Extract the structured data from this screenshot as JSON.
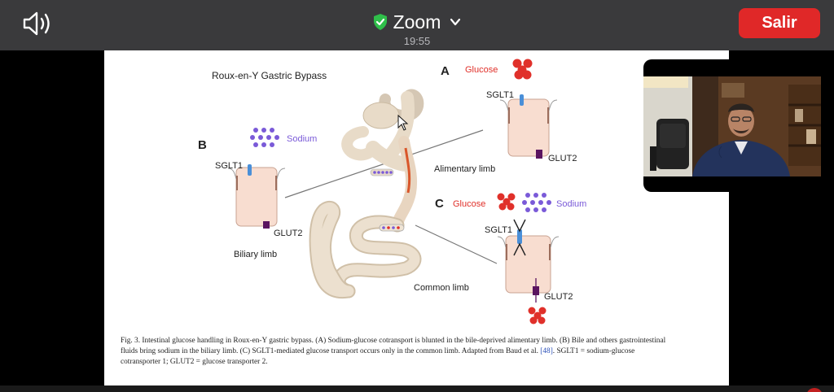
{
  "toolbar": {
    "audio_icon": "speaker-icon",
    "security_icon": "shield-check-icon",
    "title": "Zoom",
    "time": "19:55",
    "leave_label": "Salir",
    "leave_color": "#e02828"
  },
  "slide": {
    "title": "Roux-en-Y Gastric Bypass",
    "panel_a": {
      "letter": "A",
      "glucose_label": "Glucose",
      "sglt1": "SGLT1",
      "glut2": "GLUT2",
      "limb": "Alimentary limb"
    },
    "panel_b": {
      "letter": "B",
      "sodium_label": "Sodium",
      "sglt1": "SGLT1",
      "glut2": "GLUT2",
      "limb": "Biliary limb"
    },
    "panel_c": {
      "letter": "C",
      "glucose_label": "Glucose",
      "sodium_label": "Sodium",
      "sglt1": "SGLT1",
      "glut2": "GLUT2",
      "limb": "Common limb"
    },
    "caption": {
      "text_1": "Fig. 3. Intestinal glucose handling in Roux-en-Y gastric bypass. (A) Sodium-glucose cotransport is blunted in the bile-deprived alimentary limb. (B) Bile and others gastrointestinal fluids bring sodium in the biliary limb. (C) SGLT1-mediated glucose transport occurs only in the common limb. Adapted from Baud et al. ",
      "ref": "[48]",
      "text_2": ". SGLT1 = sodium-glucose cotransporter 1; GLUT2 = glucose transporter 2."
    },
    "colors": {
      "glucose": "#e0302a",
      "sodium": "#7a5ad8",
      "cell": "#f8ddd0",
      "sglt1": "#4a8fd8",
      "glut2": "#5a1460"
    }
  },
  "participant": {
    "video_icon": "participant-video"
  }
}
